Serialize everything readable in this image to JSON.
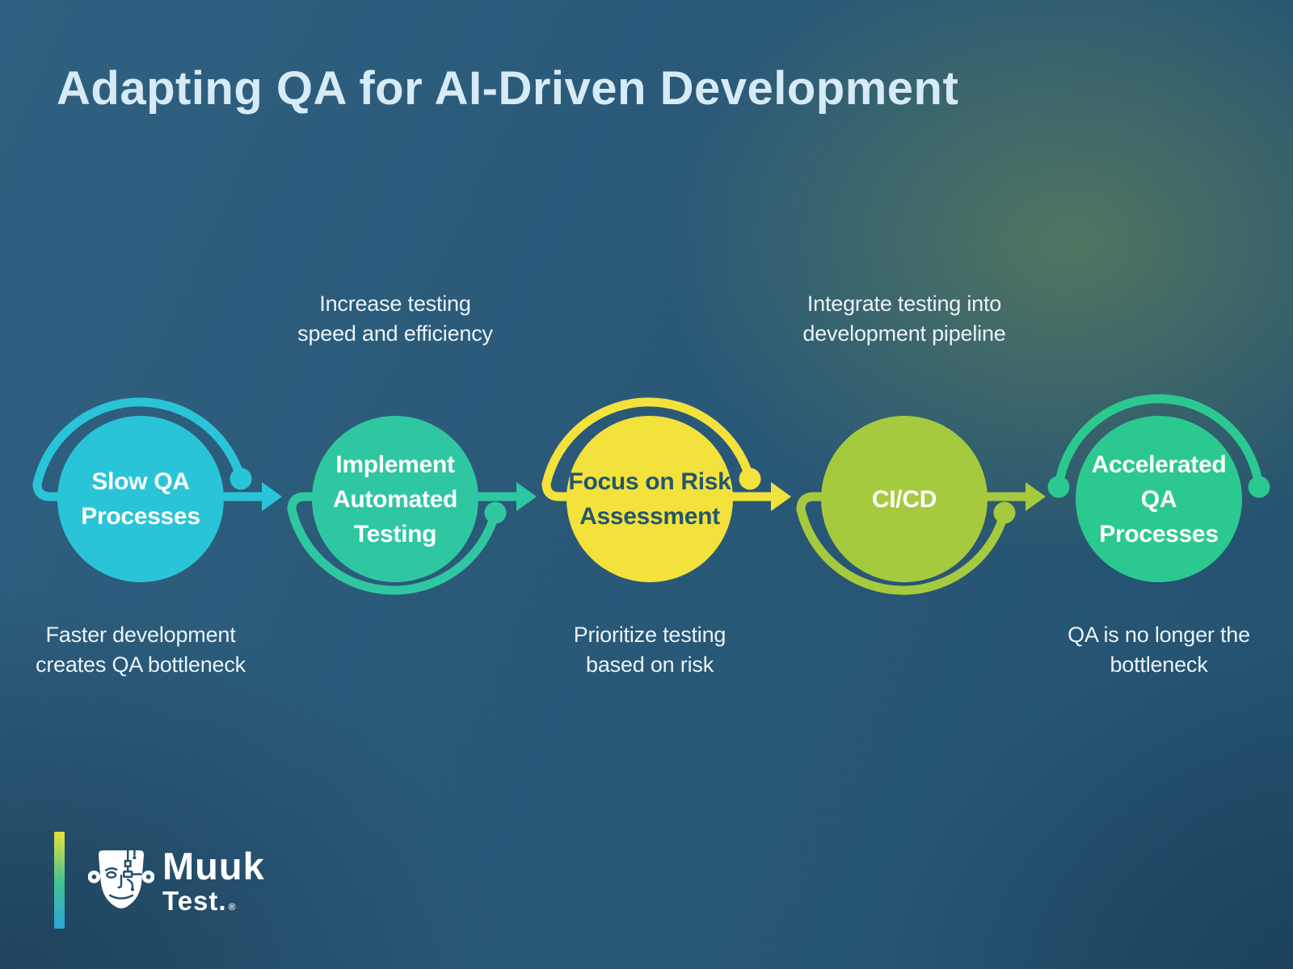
{
  "title": "Adapting QA for AI-Driven Development",
  "colors": {
    "title": "#d6ebf6",
    "caption": "#e9f3f8",
    "background_blue": "#2a5978",
    "background_green_tint": "#5d8064"
  },
  "flow": {
    "steps": [
      {
        "label": "Slow QA Processes",
        "label_lines": [
          "Slow QA",
          "Processes"
        ],
        "color": "#29c4d8",
        "text_color": "#ffffff",
        "arc": "top",
        "arc_dots": [
          "end"
        ],
        "caption": {
          "position": "below",
          "lines": [
            "Faster development",
            "creates QA bottleneck"
          ]
        }
      },
      {
        "label": "Implement Automated Testing",
        "label_lines": [
          "Implement",
          "Automated",
          "Testing"
        ],
        "color": "#2fc7a1",
        "text_color": "#ffffff",
        "arc": "bottom",
        "arc_dots": [
          "end"
        ],
        "caption": {
          "position": "above",
          "lines": [
            "Increase testing",
            "speed and efficiency"
          ]
        }
      },
      {
        "label": "Focus on Risk Assessment",
        "label_lines": [
          "Focus on Risk",
          "Assessment"
        ],
        "color": "#f2e23b",
        "text_color": "#24566e",
        "arc": "top",
        "arc_dots": [
          "end"
        ],
        "caption": {
          "position": "below",
          "lines": [
            "Prioritize testing",
            "based on risk"
          ]
        }
      },
      {
        "label": "CI/CD",
        "label_lines": [
          "CI/CD"
        ],
        "color": "#a6ca3e",
        "text_color": "#ffffff",
        "arc": "bottom",
        "arc_dots": [
          "end"
        ],
        "caption": {
          "position": "above",
          "lines": [
            "Integrate testing into",
            "development pipeline"
          ]
        }
      },
      {
        "label": "Accelerated QA Processes",
        "label_lines": [
          "Accelerated",
          "QA",
          "Processes"
        ],
        "color": "#2bc98f",
        "text_color": "#ffffff",
        "arc": "top",
        "arc_dots": [
          "start",
          "end"
        ],
        "caption": {
          "position": "below",
          "lines": [
            "QA is no longer the",
            "bottleneck"
          ]
        }
      }
    ],
    "connector": "arrow-right"
  },
  "logo": {
    "brand_line1": "Muuk",
    "brand_line2": "Test.",
    "trademark": "®",
    "icon": "muuktest-face-icon",
    "bar_colors": [
      "#e8e339",
      "#45c18f",
      "#2ba6d6"
    ]
  }
}
